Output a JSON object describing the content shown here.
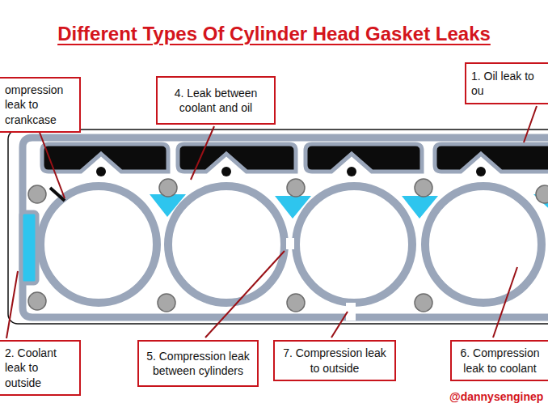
{
  "diagram": {
    "title": "Different Types Of Cylinder Head Gasket Leaks",
    "nodes": [
      {
        "text": [
          "ompression leak to crankcase"
        ]
      },
      {
        "text": [
          "4. Leak between coolant and oil"
        ]
      },
      {
        "text": [
          "1. Oil leak to ou"
        ]
      },
      {
        "text": [
          "2. Coolant leak to outside"
        ]
      },
      {
        "text": [
          "5. Compression leak between cylinders"
        ]
      },
      {
        "text": [
          "7. Compression leak to outside"
        ]
      },
      {
        "text": [
          "6. Compression leak to coolant"
        ]
      }
    ],
    "labels": [
      "@dannysenginep"
    ]
  }
}
